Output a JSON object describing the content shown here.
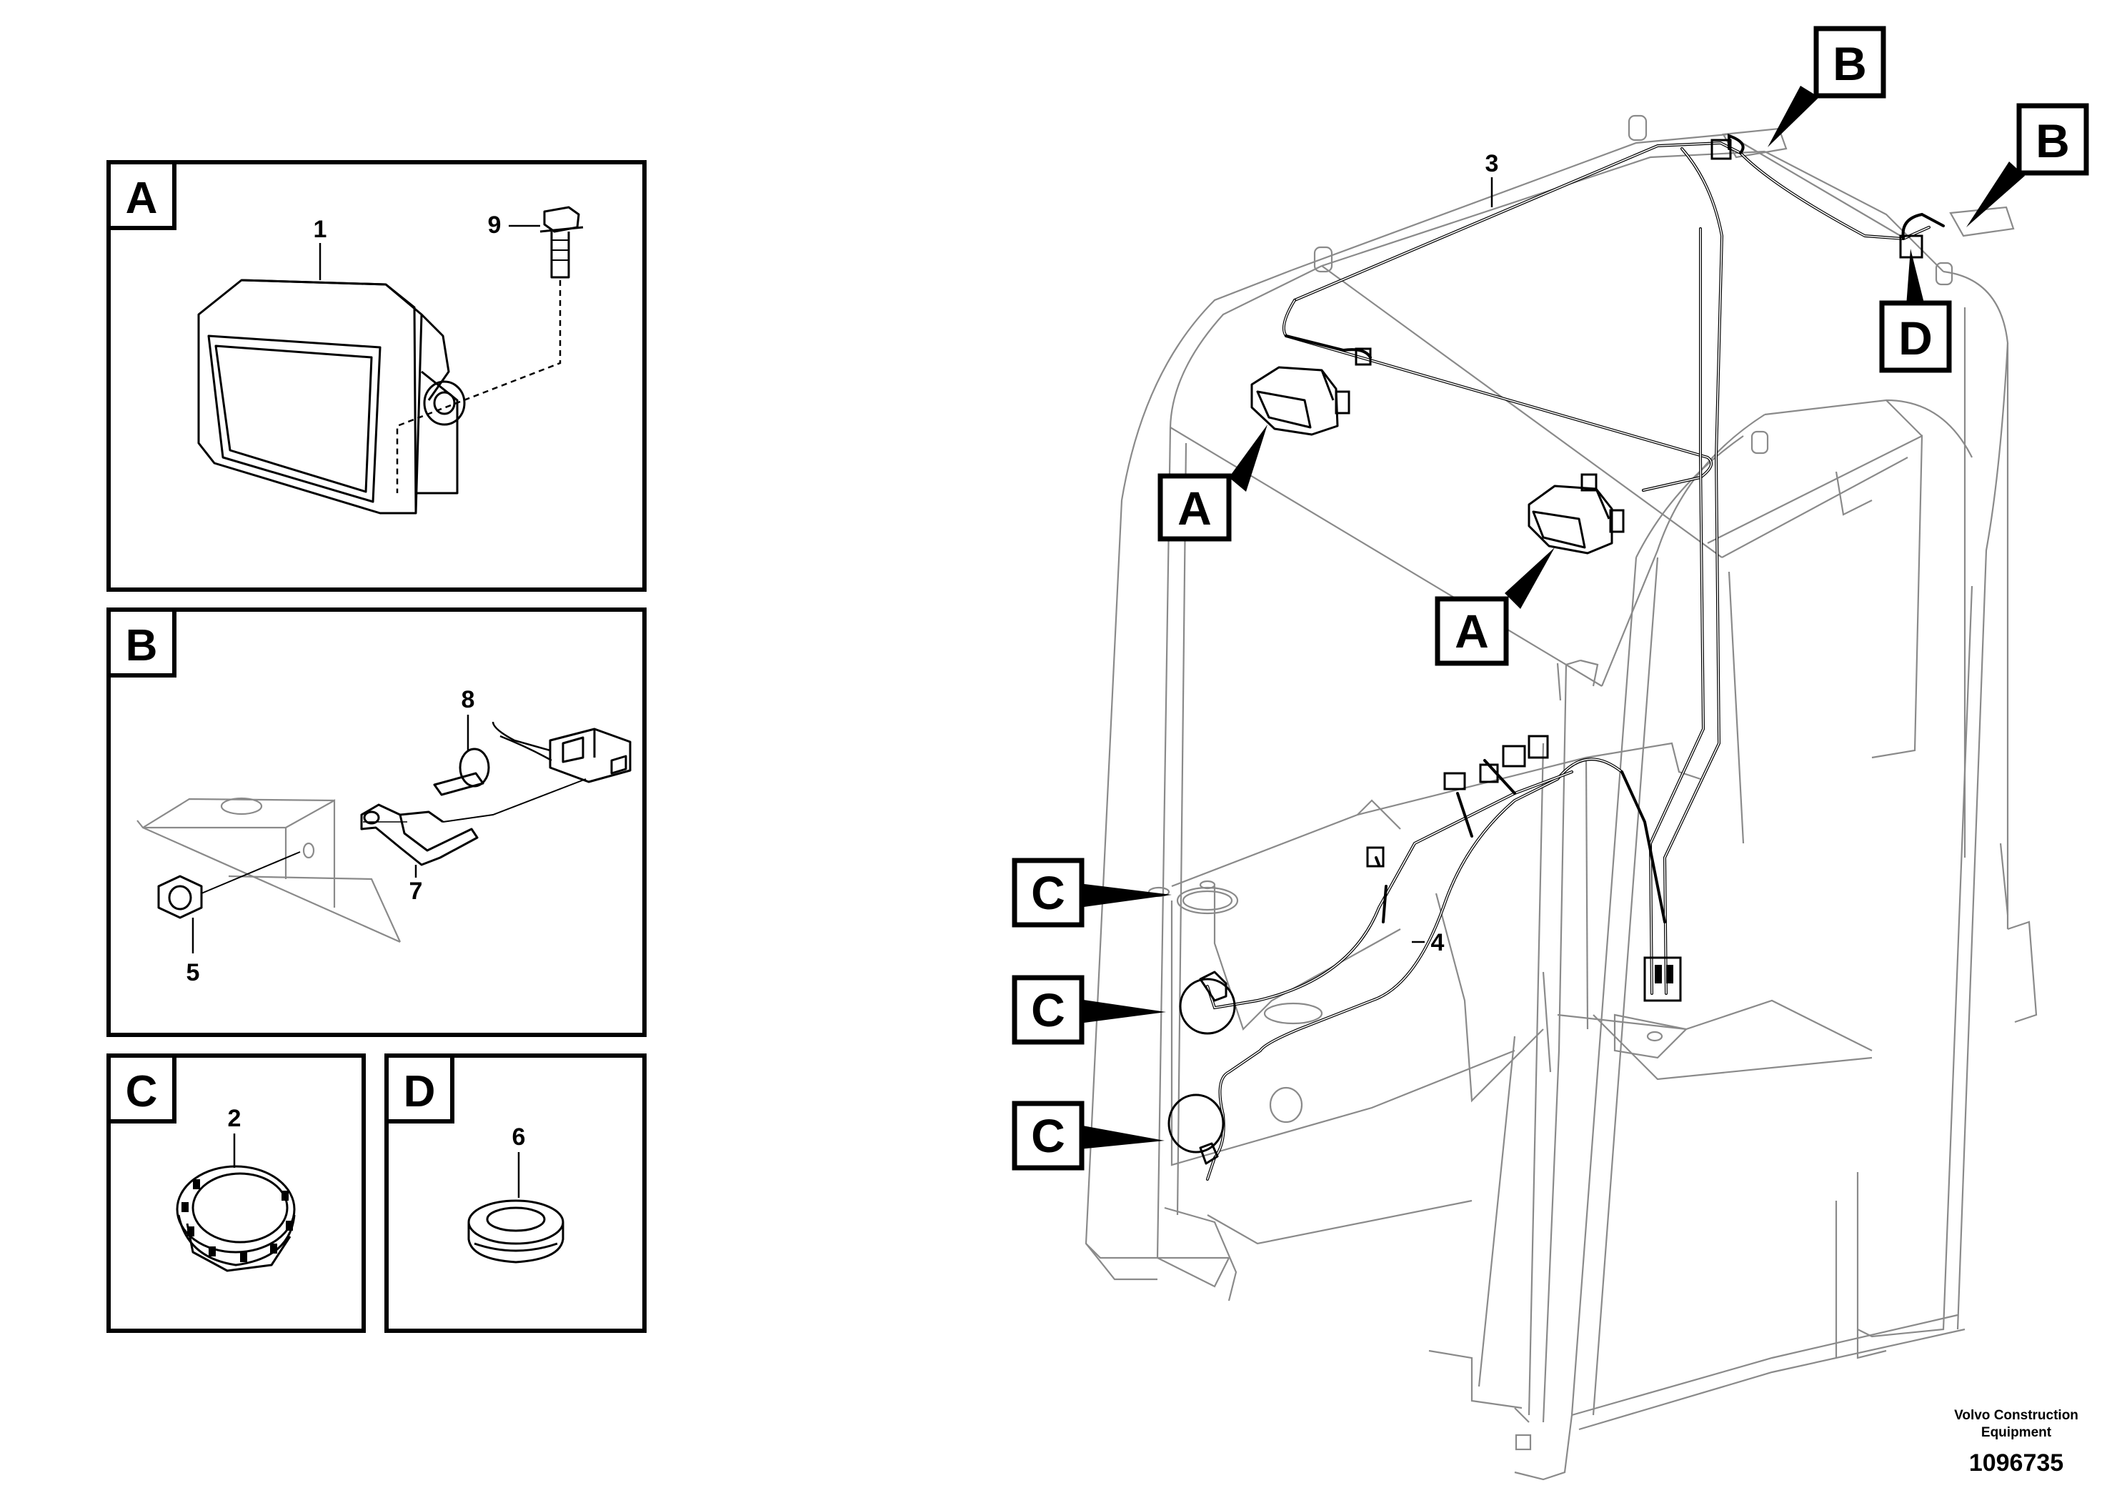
{
  "detail_panels": [
    {
      "letter": "A",
      "callouts": [
        "1",
        "9"
      ]
    },
    {
      "letter": "B",
      "callouts": [
        "8",
        "7",
        "5"
      ]
    },
    {
      "letter": "C",
      "callouts": [
        "2"
      ]
    },
    {
      "letter": "D",
      "callouts": [
        "6"
      ]
    }
  ],
  "cab_callouts": {
    "B1": "B",
    "B2": "B",
    "D": "D",
    "A1": "A",
    "A2": "A",
    "C1": "C",
    "C2": "C",
    "C3": "C",
    "num_3": "3",
    "num_4": "4"
  },
  "footer": {
    "company_line1": "Volvo Construction",
    "company_line2": "Equipment",
    "drawing_id": "1096735"
  }
}
